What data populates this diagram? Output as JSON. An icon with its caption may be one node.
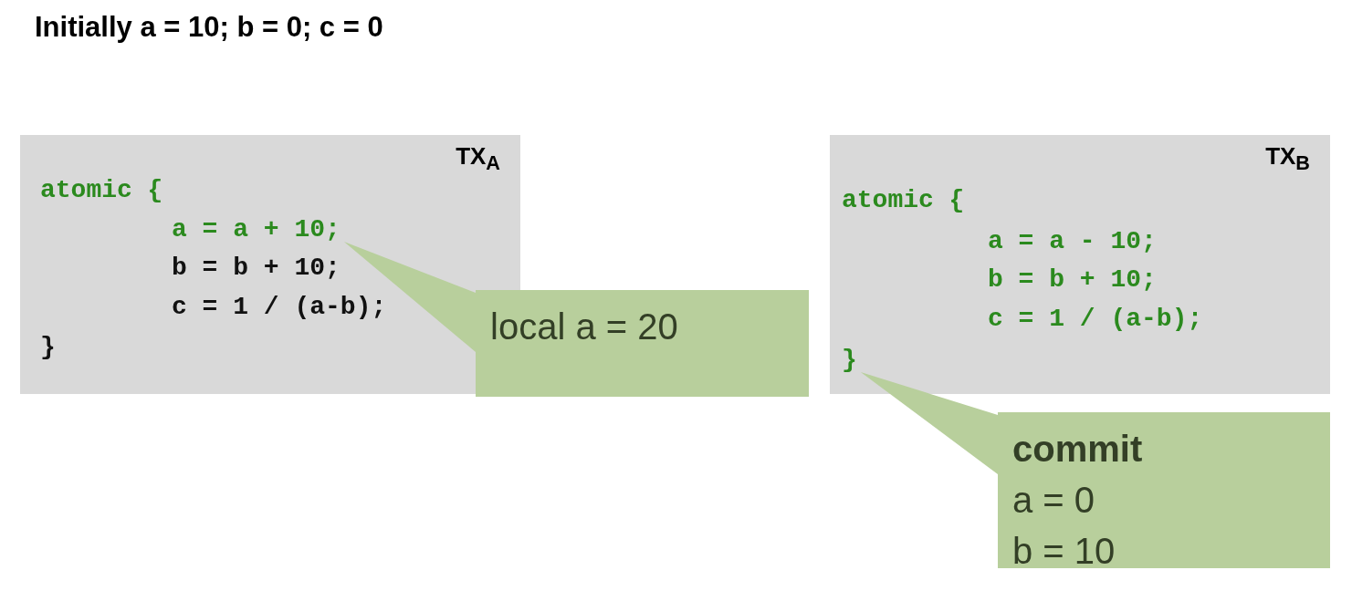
{
  "diagram": {
    "title": "Initially a = 10; b = 0; c = 0",
    "nodes": [
      {
        "text": [
          "TX$_{A}$"
        ]
      },
      {
        "text": [
          "atomic {"
        ],
        "in": 0
      },
      {
        "text": [
          "a = a + 10;"
        ],
        "in": 0
      },
      {
        "text": [
          "b = b + 10;"
        ],
        "in": 0
      },
      {
        "text": [
          "c = 1 / (a-b);"
        ],
        "in": 0
      },
      {
        "text": [
          "}"
        ],
        "in": 0
      },
      {
        "text": [
          "local a = 20"
        ]
      },
      {
        "text": [
          "TX$_{B}$"
        ]
      },
      {
        "text": [
          "atomic {"
        ],
        "in": 7
      },
      {
        "text": [
          "a = a - 10;"
        ],
        "in": 7
      },
      {
        "text": [
          "b = b + 10;"
        ],
        "in": 7
      },
      {
        "text": [
          "c = 1 / (a-b);"
        ],
        "in": 7
      },
      {
        "text": [
          "}"
        ],
        "in": 7
      },
      {
        "text": [
          "commit",
          "a = 0",
          "b = 10"
        ]
      }
    ],
    "edges": [
      {
        "from": 6,
        "to": 2,
        "arrow": "none"
      },
      {
        "from": 13,
        "to": 12,
        "arrow": "none"
      }
    ]
  }
}
